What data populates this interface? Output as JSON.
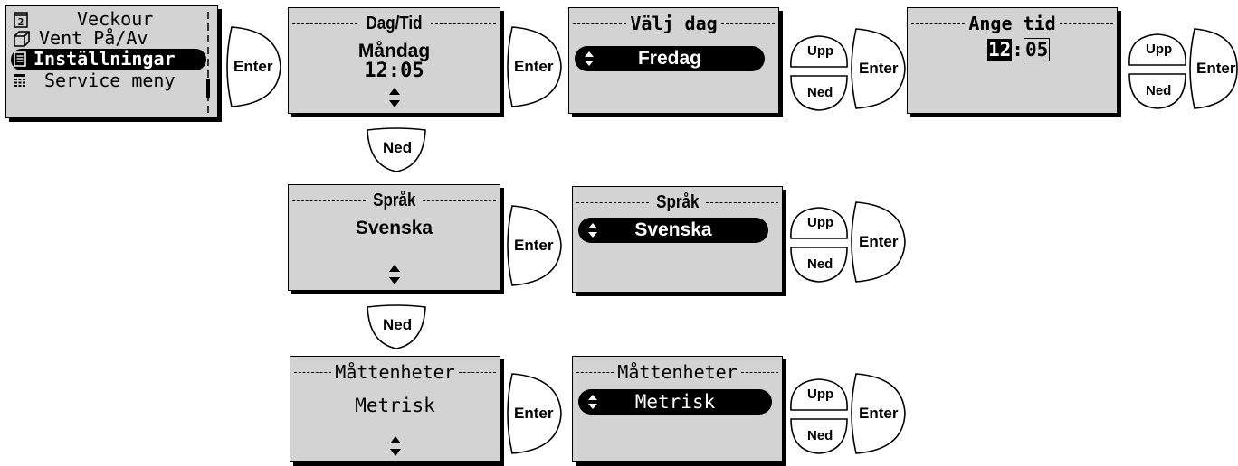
{
  "main_menu": {
    "items": [
      {
        "label": "Veckour",
        "icon": "calendar-icon"
      },
      {
        "label": "Vent På/Av",
        "icon": "box-icon"
      },
      {
        "label": "Inställningar",
        "icon": "list-icon"
      },
      {
        "label": "Service meny",
        "icon": "grid-icon"
      }
    ]
  },
  "buttons": {
    "enter": "Enter",
    "upp": "Upp",
    "ned": "Ned"
  },
  "date_time": {
    "title": "Dag/Tid",
    "day": "Måndag",
    "time": "12:05"
  },
  "choose_day": {
    "title": "Välj dag",
    "value": "Fredag"
  },
  "set_time": {
    "title": "Ange tid",
    "hours": "12",
    "colon": ":",
    "minutes": "05"
  },
  "language": {
    "title": "Språk",
    "value": "Svenska"
  },
  "language_edit": {
    "title": "Språk",
    "value": "Svenska"
  },
  "units": {
    "title": "Måttenheter",
    "value": "Metrisk"
  },
  "units_edit": {
    "title": "Måttenheter",
    "value": "Metrisk"
  }
}
